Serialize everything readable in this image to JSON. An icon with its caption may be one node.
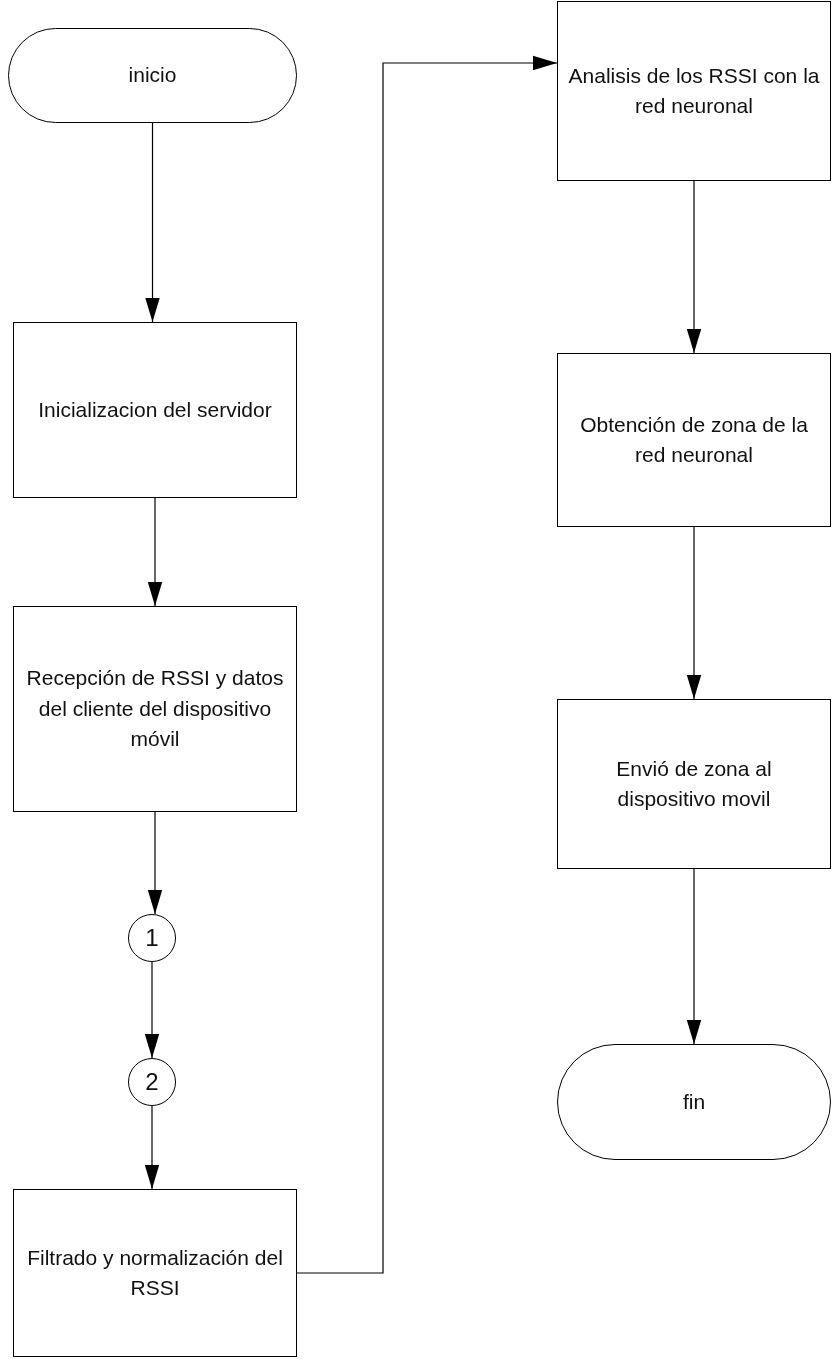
{
  "diagram": {
    "nodes": [
      {
        "text": [
          "inicio"
        ]
      },
      {
        "text": [
          "Inicializacion del servidor"
        ]
      },
      {
        "text": [
          "Recepción de RSSI y datos del cliente del dispositivo móvil"
        ]
      },
      {
        "text": [
          "1"
        ]
      },
      {
        "text": [
          "2"
        ]
      },
      {
        "text": [
          "Filtrado y normalización del RSSI"
        ]
      },
      {
        "text": [
          "Analisis de los RSSI con la red neuronal"
        ]
      },
      {
        "text": [
          "Obtención de zona de la red neuronal"
        ]
      },
      {
        "text": [
          "Envió de zona al dispositivo movil"
        ]
      },
      {
        "text": [
          "fin"
        ]
      }
    ],
    "edges": [
      {
        "from": 0,
        "to": 1,
        "arrow": "to"
      },
      {
        "from": 1,
        "to": 2,
        "arrow": "to"
      },
      {
        "from": 2,
        "to": 3,
        "arrow": "to"
      },
      {
        "from": 3,
        "to": 4,
        "arrow": "to"
      },
      {
        "from": 4,
        "to": 5,
        "arrow": "to"
      },
      {
        "from": 5,
        "to": 6,
        "arrow": "to"
      },
      {
        "from": 6,
        "to": 7,
        "arrow": "to"
      },
      {
        "from": 7,
        "to": 8,
        "arrow": "to"
      },
      {
        "from": 8,
        "to": 9,
        "arrow": "to"
      }
    ]
  }
}
